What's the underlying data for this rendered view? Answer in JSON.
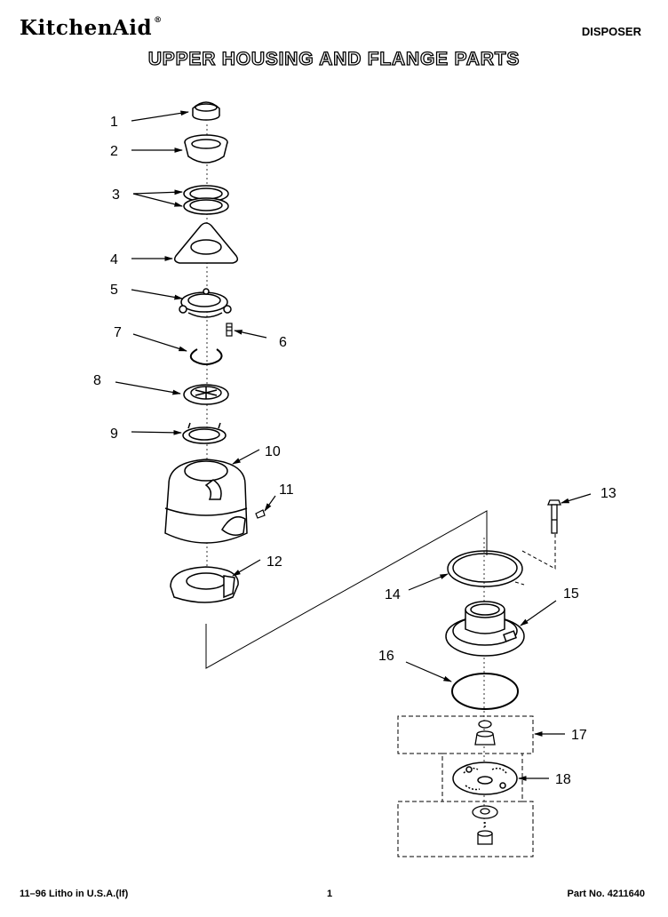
{
  "header": {
    "brand": "KitchenAid",
    "product": "DISPOSER",
    "title": "UPPER HOUSING AND FLANGE PARTS"
  },
  "callouts": [
    "1",
    "2",
    "3",
    "4",
    "5",
    "6",
    "7",
    "8",
    "9",
    "10",
    "11",
    "12",
    "13",
    "14",
    "15",
    "16",
    "17",
    "18"
  ],
  "footer": {
    "litho": "11–96 Litho in U.S.A.(lf)",
    "page": "1",
    "part_no": "Part No. 4211640"
  }
}
